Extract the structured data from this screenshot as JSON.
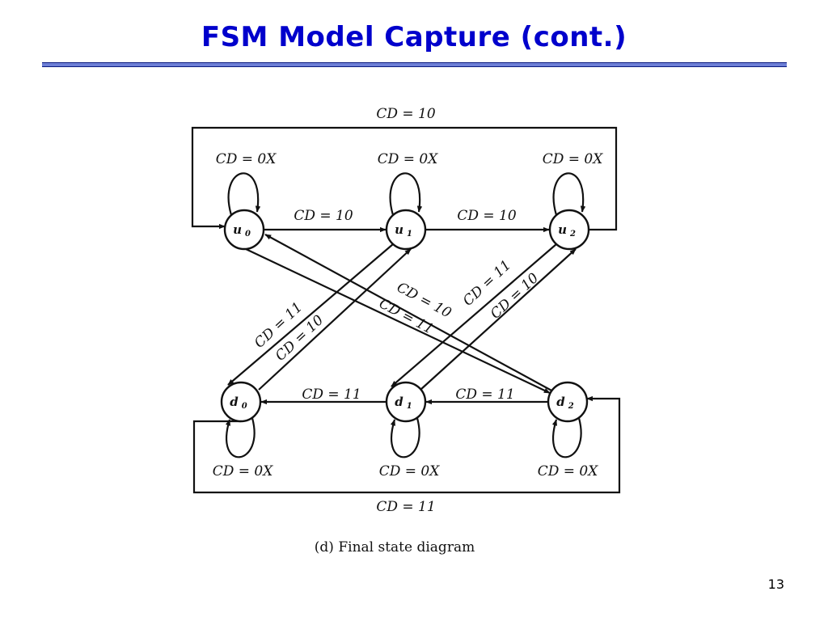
{
  "slide": {
    "title": "FSM Model Capture (cont.)",
    "page_number": "13"
  },
  "diagram": {
    "caption": "(d)  Final state diagram",
    "states": [
      {
        "id": "u0",
        "base": "u",
        "sub": "0"
      },
      {
        "id": "u1",
        "base": "u",
        "sub": "1"
      },
      {
        "id": "u2",
        "base": "u",
        "sub": "2"
      },
      {
        "id": "d0",
        "base": "d",
        "sub": "0"
      },
      {
        "id": "d1",
        "base": "d",
        "sub": "1"
      },
      {
        "id": "d2",
        "base": "d",
        "sub": "2"
      }
    ],
    "transitions": [
      {
        "from": "u0",
        "to": "u0",
        "label": "CD = 0X"
      },
      {
        "from": "u1",
        "to": "u1",
        "label": "CD = 0X"
      },
      {
        "from": "u2",
        "to": "u2",
        "label": "CD = 0X"
      },
      {
        "from": "d0",
        "to": "d0",
        "label": "CD = 0X"
      },
      {
        "from": "d1",
        "to": "d1",
        "label": "CD = 0X"
      },
      {
        "from": "d2",
        "to": "d2",
        "label": "CD = 0X"
      },
      {
        "from": "u0",
        "to": "u1",
        "label": "CD = 10"
      },
      {
        "from": "u1",
        "to": "u2",
        "label": "CD = 10"
      },
      {
        "from": "u2",
        "to": "u0",
        "label": "CD = 10"
      },
      {
        "from": "d2",
        "to": "d1",
        "label": "CD = 11"
      },
      {
        "from": "d1",
        "to": "d0",
        "label": "CD = 11"
      },
      {
        "from": "d0",
        "to": "d2",
        "label": "CD = 11"
      },
      {
        "from": "u1",
        "to": "d0",
        "label": "CD = 11"
      },
      {
        "from": "d0",
        "to": "u1",
        "label": "CD = 10"
      },
      {
        "from": "u2",
        "to": "d1",
        "label": "CD = 11"
      },
      {
        "from": "d1",
        "to": "u2",
        "label": "CD = 10"
      },
      {
        "from": "d2",
        "to": "u0",
        "label": "CD = 10"
      },
      {
        "from": "u0",
        "to": "d2",
        "label": "CD = 11"
      }
    ]
  }
}
